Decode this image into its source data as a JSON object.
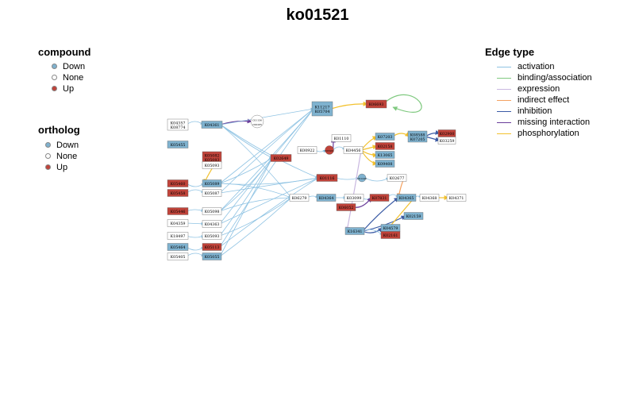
{
  "title": "ko01521",
  "colors": {
    "down": "#7fb2cf",
    "none": "#ffffff",
    "up": "#c0433a",
    "edge_activation": "#8fc3e3",
    "edge_binding": "#7fc97f",
    "edge_expression": "#c9b8e0",
    "edge_indirect": "#f4a261",
    "edge_inhibition": "#3b5ba5",
    "edge_missing": "#6a3d9a",
    "edge_phosphorylation": "#f2c12e"
  },
  "legend_compound": {
    "title": "compound",
    "items": [
      {
        "label": "Down",
        "state": "down"
      },
      {
        "label": "None",
        "state": "none"
      },
      {
        "label": "Up",
        "state": "up"
      }
    ]
  },
  "legend_ortholog": {
    "title": "ortholog",
    "items": [
      {
        "label": "Down",
        "state": "down"
      },
      {
        "label": "None",
        "state": "none"
      },
      {
        "label": "Up",
        "state": "up"
      }
    ]
  },
  "legend_edge": {
    "title": "Edge type",
    "items": [
      {
        "label": "activation",
        "color_key": "edge_activation"
      },
      {
        "label": "binding/association",
        "color_key": "edge_binding"
      },
      {
        "label": "expression",
        "color_key": "edge_expression"
      },
      {
        "label": "indirect effect",
        "color_key": "edge_indirect"
      },
      {
        "label": "inhibition",
        "color_key": "edge_inhibition"
      },
      {
        "label": "missing interaction",
        "color_key": "edge_missing"
      },
      {
        "label": "phosphorylation",
        "color_key": "edge_phosphorylation"
      }
    ]
  },
  "nodes": [
    {
      "id": "n1",
      "labels": [
        "K04357",
        "K08774"
      ],
      "state": "none",
      "kind": "gene"
    },
    {
      "id": "n2",
      "labels": [
        "K04361"
      ],
      "state": "down",
      "kind": "gene"
    },
    {
      "id": "n3",
      "labels": [
        "K05455"
      ],
      "state": "down",
      "kind": "gene"
    },
    {
      "id": "n4",
      "labels": [
        "K05082",
        "K05083"
      ],
      "state": "up",
      "kind": "gene"
    },
    {
      "id": "n5",
      "labels": [
        "K05093"
      ],
      "state": "none",
      "kind": "gene"
    },
    {
      "id": "n6",
      "labels": [
        "K05089"
      ],
      "state": "down",
      "kind": "gene"
    },
    {
      "id": "n7",
      "labels": [
        "K05087"
      ],
      "state": "none",
      "kind": "gene"
    },
    {
      "id": "n8",
      "labels": [
        "K05460"
      ],
      "state": "up",
      "kind": "gene"
    },
    {
      "id": "n9",
      "labels": [
        "K05458"
      ],
      "state": "up",
      "kind": "gene"
    },
    {
      "id": "n10",
      "labels": [
        "K05446"
      ],
      "state": "up",
      "kind": "gene"
    },
    {
      "id": "n11",
      "labels": [
        "K05098"
      ],
      "state": "none",
      "kind": "gene"
    },
    {
      "id": "n12",
      "labels": [
        "K04359"
      ],
      "state": "none",
      "kind": "gene"
    },
    {
      "id": "n13",
      "labels": [
        "K04363"
      ],
      "state": "none",
      "kind": "gene"
    },
    {
      "id": "n14",
      "labels": [
        "K18497"
      ],
      "state": "none",
      "kind": "gene"
    },
    {
      "id": "n15",
      "labels": [
        "K05093"
      ],
      "state": "none",
      "kind": "gene"
    },
    {
      "id": "n16",
      "labels": [
        "K05464"
      ],
      "state": "down",
      "kind": "gene"
    },
    {
      "id": "n17",
      "labels": [
        "K05113"
      ],
      "state": "up",
      "kind": "gene"
    },
    {
      "id": "n18",
      "labels": [
        "K05405"
      ],
      "state": "none",
      "kind": "gene"
    },
    {
      "id": "n19",
      "labels": [
        "K05055"
      ],
      "state": "down",
      "kind": "gene"
    },
    {
      "id": "n20",
      "labels": [
        "C01156",
        "C00285"
      ],
      "state": "none",
      "kind": "compound"
    },
    {
      "id": "n21",
      "labels": [
        "K11217",
        "K05704"
      ],
      "state": "down",
      "kind": "gene"
    },
    {
      "id": "n22",
      "labels": [
        "K06693"
      ],
      "state": "up",
      "kind": "gene"
    },
    {
      "id": "n23",
      "labels": [
        "K00922"
      ],
      "state": "none",
      "kind": "gene"
    },
    {
      "id": "n24",
      "labels": [
        "K02649"
      ],
      "state": "up",
      "kind": "gene"
    },
    {
      "id": "n25",
      "labels": [
        "C05981"
      ],
      "state": "up",
      "kind": "compound"
    },
    {
      "id": "n26",
      "labels": [
        "K01110"
      ],
      "state": "none",
      "kind": "gene"
    },
    {
      "id": "n27",
      "labels": [
        "K04456"
      ],
      "state": "none",
      "kind": "gene"
    },
    {
      "id": "n28",
      "labels": [
        "K07203"
      ],
      "state": "down",
      "kind": "gene"
    },
    {
      "id": "n29",
      "labels": [
        "K02158"
      ],
      "state": "up",
      "kind": "gene"
    },
    {
      "id": "n30",
      "labels": [
        "K13065"
      ],
      "state": "down",
      "kind": "gene"
    },
    {
      "id": "n31",
      "labels": [
        "K09408"
      ],
      "state": "down",
      "kind": "gene"
    },
    {
      "id": "n32",
      "labels": [
        "K08588",
        "K07205"
      ],
      "state": "down",
      "kind": "gene"
    },
    {
      "id": "n33",
      "labels": [
        "K02900"
      ],
      "state": "up",
      "kind": "gene"
    },
    {
      "id": "n34",
      "labels": [
        "K03259"
      ],
      "state": "none",
      "kind": "gene"
    },
    {
      "id": "n35",
      "labels": [
        "K01116"
      ],
      "state": "up",
      "kind": "gene"
    },
    {
      "id": "n36",
      "labels": [
        "C01245"
      ],
      "state": "down",
      "kind": "compound"
    },
    {
      "id": "n37",
      "labels": [
        "K02677"
      ],
      "state": "none",
      "kind": "gene"
    },
    {
      "id": "n38",
      "labels": [
        "K06279"
      ],
      "state": "none",
      "kind": "gene"
    },
    {
      "id": "n39",
      "labels": [
        "K04364"
      ],
      "state": "down",
      "kind": "gene"
    },
    {
      "id": "n40",
      "labels": [
        "K03099"
      ],
      "state": "none",
      "kind": "gene"
    },
    {
      "id": "n41",
      "labels": [
        "K06052"
      ],
      "state": "up",
      "kind": "gene"
    },
    {
      "id": "n42",
      "labels": [
        "K07831"
      ],
      "state": "up",
      "kind": "gene"
    },
    {
      "id": "n43",
      "labels": [
        "K04365"
      ],
      "state": "down",
      "kind": "gene"
    },
    {
      "id": "n44",
      "labels": [
        "K04368"
      ],
      "state": "none",
      "kind": "gene"
    },
    {
      "id": "n45",
      "labels": [
        "K04371"
      ],
      "state": "none",
      "kind": "gene"
    },
    {
      "id": "n46",
      "labels": [
        "K16341"
      ],
      "state": "down",
      "kind": "gene"
    },
    {
      "id": "n47",
      "labels": [
        "K02159"
      ],
      "state": "down",
      "kind": "gene"
    },
    {
      "id": "n48",
      "labels": [
        "K04579"
      ],
      "state": "down",
      "kind": "gene"
    },
    {
      "id": "n49",
      "labels": [
        "K02161"
      ],
      "state": "up",
      "kind": "gene"
    }
  ],
  "edges": [
    {
      "from": "n1",
      "to": "n2",
      "type": "activation"
    },
    {
      "from": "n2",
      "to": "n20",
      "type": "missing"
    },
    {
      "from": "n2",
      "to": "n21",
      "type": "activation"
    },
    {
      "from": "n2",
      "to": "n24",
      "type": "activation"
    },
    {
      "from": "n2",
      "to": "n35",
      "type": "activation"
    },
    {
      "from": "n2",
      "to": "n38",
      "type": "activation"
    },
    {
      "from": "n4",
      "to": "n6",
      "type": "phosphorylation"
    },
    {
      "from": "n6",
      "to": "n21",
      "type": "activation"
    },
    {
      "from": "n6",
      "to": "n24",
      "type": "activation"
    },
    {
      "from": "n6",
      "to": "n35",
      "type": "activation"
    },
    {
      "from": "n6",
      "to": "n38",
      "type": "activation"
    },
    {
      "from": "n7",
      "to": "n21",
      "type": "activation"
    },
    {
      "from": "n7",
      "to": "n35",
      "type": "activation"
    },
    {
      "from": "n11",
      "to": "n21",
      "type": "activation"
    },
    {
      "from": "n11",
      "to": "n24",
      "type": "activation"
    },
    {
      "from": "n11",
      "to": "n38",
      "type": "activation"
    },
    {
      "from": "n13",
      "to": "n21",
      "type": "activation"
    },
    {
      "from": "n13",
      "to": "n35",
      "type": "activation"
    },
    {
      "from": "n15",
      "to": "n24",
      "type": "activation"
    },
    {
      "from": "n15",
      "to": "n38",
      "type": "activation"
    },
    {
      "from": "n17",
      "to": "n21",
      "type": "activation"
    },
    {
      "from": "n17",
      "to": "n35",
      "type": "activation"
    },
    {
      "from": "n19",
      "to": "n24",
      "type": "activation"
    },
    {
      "from": "n19",
      "to": "n38",
      "type": "activation"
    },
    {
      "from": "n8",
      "to": "n6",
      "type": "activation"
    },
    {
      "from": "n9",
      "to": "n7",
      "type": "activation"
    },
    {
      "from": "n10",
      "to": "n11",
      "type": "activation"
    },
    {
      "from": "n12",
      "to": "n13",
      "type": "activation"
    },
    {
      "from": "n14",
      "to": "n15",
      "type": "activation"
    },
    {
      "from": "n16",
      "to": "n17",
      "type": "activation"
    },
    {
      "from": "n18",
      "to": "n19",
      "type": "activation"
    },
    {
      "from": "n21",
      "to": "n22",
      "type": "phosphorylation"
    },
    {
      "from": "n22",
      "to": "n22",
      "type": "binding"
    },
    {
      "from": "n23",
      "to": "n25",
      "type": "activation"
    },
    {
      "from": "n25",
      "to": "n26",
      "type": "missing"
    },
    {
      "from": "n25",
      "to": "n27",
      "type": "activation"
    },
    {
      "from": "n27",
      "to": "n28",
      "type": "phosphorylation"
    },
    {
      "from": "n27",
      "to": "n29",
      "type": "phosphorylation"
    },
    {
      "from": "n27",
      "to": "n30",
      "type": "phosphorylation"
    },
    {
      "from": "n27",
      "to": "n31",
      "type": "phosphorylation"
    },
    {
      "from": "n28",
      "to": "n32",
      "type": "phosphorylation"
    },
    {
      "from": "n32",
      "to": "n33",
      "type": "inhibition"
    },
    {
      "from": "n32",
      "to": "n34",
      "type": "inhibition"
    },
    {
      "from": "n35",
      "to": "n36",
      "type": "activation"
    },
    {
      "from": "n36",
      "to": "n37",
      "type": "activation"
    },
    {
      "from": "n37",
      "to": "n43",
      "type": "indirect"
    },
    {
      "from": "n38",
      "to": "n39",
      "type": "activation"
    },
    {
      "from": "n39",
      "to": "n40",
      "type": "activation"
    },
    {
      "from": "n40",
      "to": "n42",
      "type": "activation"
    },
    {
      "from": "n41",
      "to": "n42",
      "type": "missing"
    },
    {
      "from": "n42",
      "to": "n43",
      "type": "activation"
    },
    {
      "from": "n43",
      "to": "n44",
      "type": "activation"
    },
    {
      "from": "n44",
      "to": "n45",
      "type": "phosphorylation"
    },
    {
      "from": "n46",
      "to": "n47",
      "type": "inhibition"
    },
    {
      "from": "n46",
      "to": "n48",
      "type": "inhibition"
    },
    {
      "from": "n46",
      "to": "n49",
      "type": "activation"
    },
    {
      "from": "n46",
      "to": "n43",
      "type": "inhibition"
    },
    {
      "from": "n43",
      "to": "n49",
      "type": "phosphorylation"
    },
    {
      "from": "n27",
      "to": "n46",
      "type": "expression"
    }
  ]
}
